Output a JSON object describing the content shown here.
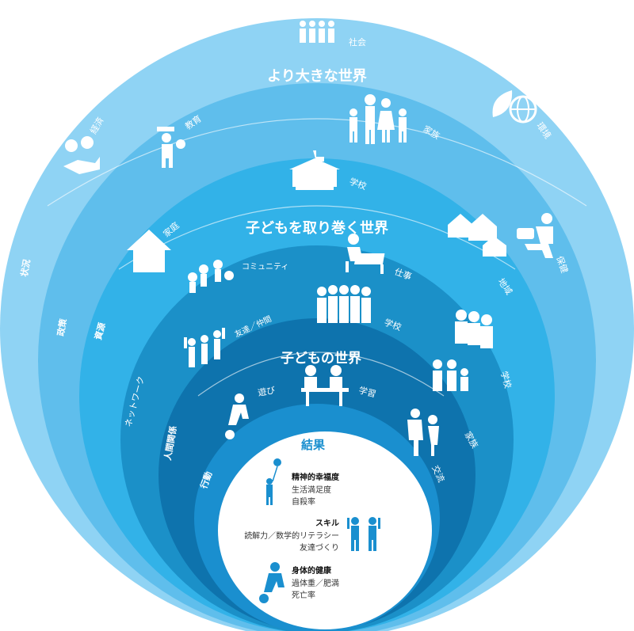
{
  "outer_world": {
    "title": "より大きな世界",
    "labels": {
      "society": "社会",
      "economy": "経済",
      "education": "教育",
      "family": "家族",
      "environment": "環境",
      "health_care": "保健",
      "situation": "状況",
      "policy": "政策",
      "resources": "資源"
    }
  },
  "surrounding_world": {
    "title": "子どもを取り巻く世界",
    "labels": {
      "school": "学校",
      "home": "家庭",
      "community": "コミュニティ",
      "work": "仕事",
      "region": "地域",
      "network": "ネットワーク"
    }
  },
  "child_world": {
    "title": "子どもの世界",
    "labels": {
      "friends": "友達／仲間",
      "school": "学校",
      "play": "遊び",
      "learning": "学習",
      "school_right": "学校",
      "family": "家族",
      "exchange": "交流",
      "relationships": "人間関係",
      "action": "行動"
    }
  },
  "outcomes": {
    "title": "結果",
    "items": [
      {
        "heading": "精神的幸福度",
        "lines": [
          "生活満足度",
          "自殺率"
        ]
      },
      {
        "heading": "スキル",
        "lines": [
          "読解力／数学的リテラシー",
          "友達づくり"
        ]
      },
      {
        "heading": "身体的健康",
        "lines": [
          "過体重／肥満",
          "死亡率"
        ]
      }
    ]
  },
  "colors": {
    "ring1": "#8fd3f4",
    "ring2": "#5fbeec",
    "ring3": "#32b2e8",
    "ring4": "#1b90c8",
    "ring5": "#0e73ad",
    "center": "#ffffff",
    "accent": "#1a8fcf"
  }
}
